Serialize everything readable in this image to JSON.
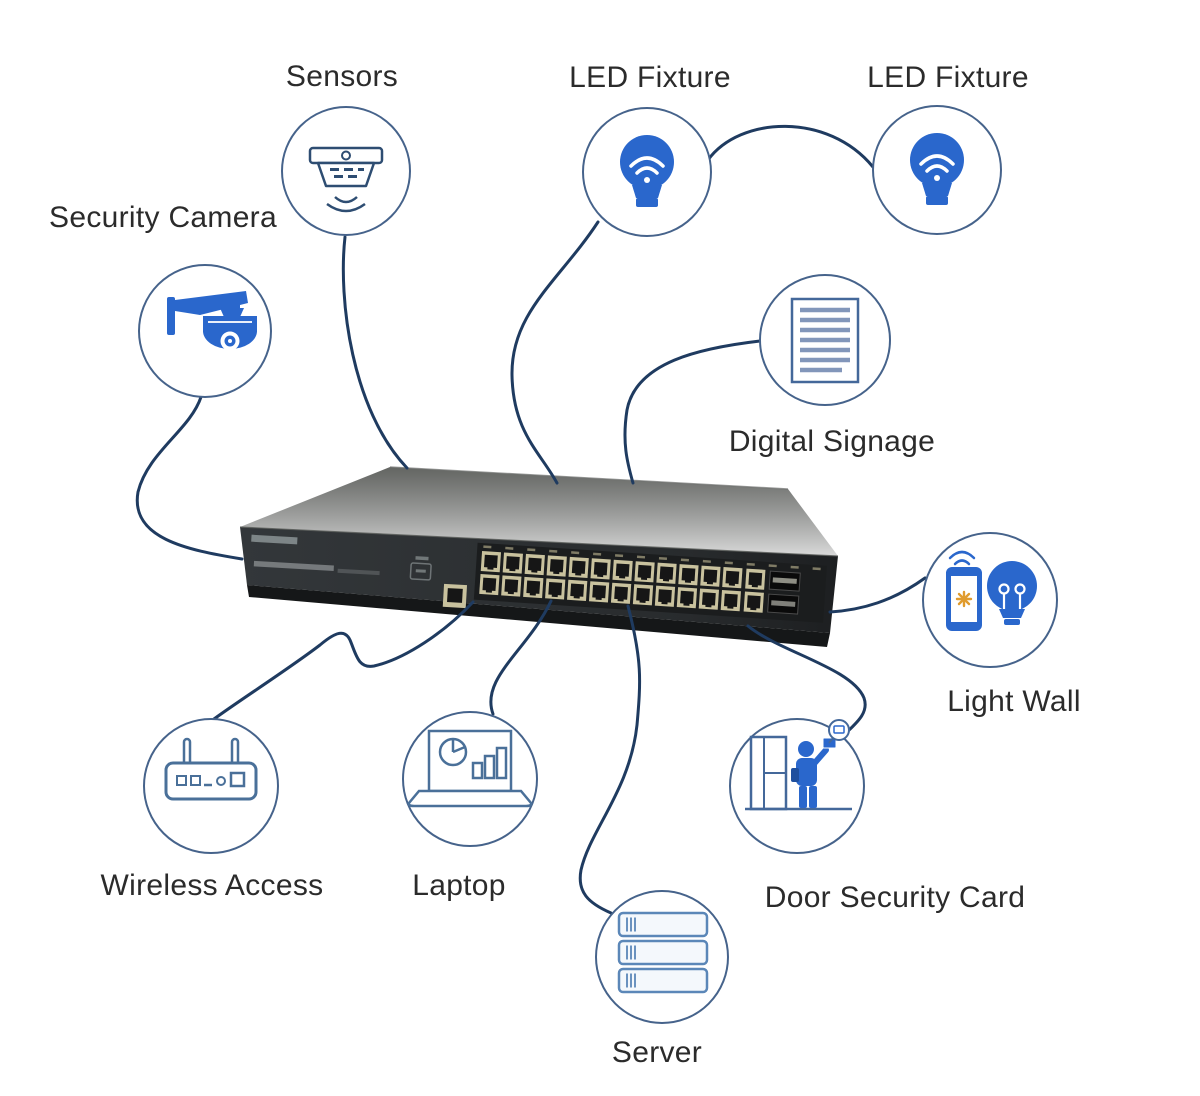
{
  "diagram": {
    "type": "network-topology",
    "central_device": {
      "name": "network-switch",
      "description": "24-port rack-mount Ethernet switch shown as photo in perspective",
      "port_count_visible": 24
    },
    "nodes": [
      {
        "id": "sensors",
        "label": "Sensors",
        "icon": "smoke-sensor-icon"
      },
      {
        "id": "led-fixture-1",
        "label": "LED Fixture",
        "icon": "led-bulb-wifi-icon"
      },
      {
        "id": "led-fixture-2",
        "label": "LED Fixture",
        "icon": "led-bulb-wifi-icon"
      },
      {
        "id": "security-camera",
        "label": "Security Camera",
        "icon": "ptz-camera-icon"
      },
      {
        "id": "digital-signage",
        "label": "Digital Signage",
        "icon": "document-lines-icon"
      },
      {
        "id": "light-wall",
        "label": "Light Wall",
        "icon": "phone-and-bulb-icon"
      },
      {
        "id": "wireless-access",
        "label": "Wireless Access",
        "icon": "wireless-router-icon"
      },
      {
        "id": "laptop",
        "label": "Laptop",
        "icon": "laptop-charts-icon"
      },
      {
        "id": "server",
        "label": "Server",
        "icon": "server-stack-icon"
      },
      {
        "id": "door-security-card",
        "label": "Door Security Card",
        "icon": "door-access-icon"
      }
    ],
    "connections": [
      {
        "from": "security-camera",
        "to": "switch"
      },
      {
        "from": "sensors",
        "to": "switch"
      },
      {
        "from": "led-fixture-1",
        "to": "switch"
      },
      {
        "from": "led-fixture-2",
        "to": "led-fixture-1"
      },
      {
        "from": "digital-signage",
        "to": "switch"
      },
      {
        "from": "light-wall",
        "to": "switch"
      },
      {
        "from": "door-security-card",
        "to": "switch"
      },
      {
        "from": "server",
        "to": "switch"
      },
      {
        "from": "laptop",
        "to": "switch"
      },
      {
        "from": "wireless-access",
        "to": "switch"
      }
    ],
    "colors": {
      "icon_blue": "#2a67cc",
      "icon_outline_blue": "#44689a",
      "connection_line": "#1f3b60",
      "circle_stroke": "#46638b",
      "label_color": "#2b2b2b",
      "background": "#ffffff"
    }
  }
}
